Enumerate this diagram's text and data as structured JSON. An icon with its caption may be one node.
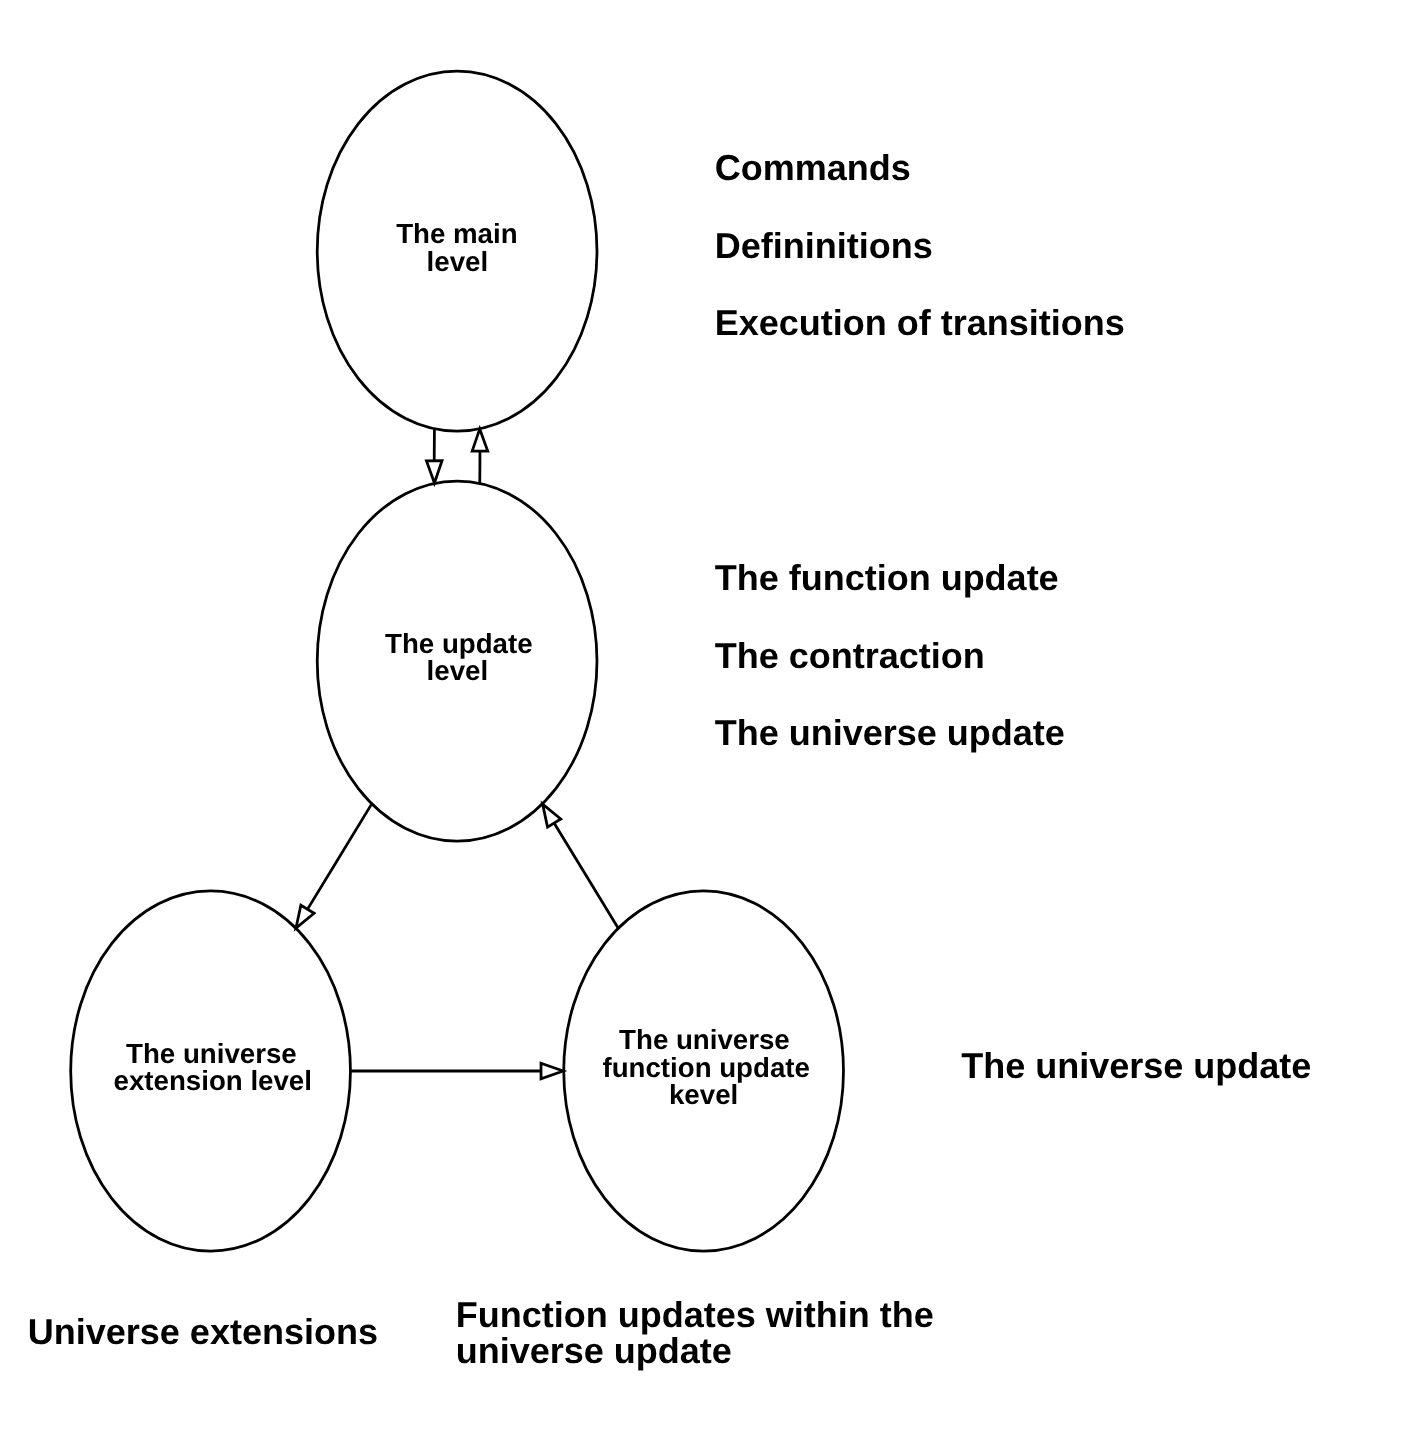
{
  "diagram": {
    "nodes": [
      {
        "text": [
          "The main level"
        ],
        "beside": [
          "Commands",
          "Defininitions",
          "Execution of transitions"
        ]
      },
      {
        "text": [
          "The update level"
        ],
        "beside": [
          "The function update",
          "The contraction",
          "The universe update"
        ]
      },
      {
        "text": [
          "The universe extension level"
        ],
        "beside": [
          "Universe extensions"
        ]
      },
      {
        "text": [
          "The universe function update kevel"
        ],
        "beside": [
          "The universe update",
          "Function updates within the universe update"
        ]
      }
    ],
    "edges": [
      {
        "from": 0,
        "to": 1,
        "arrow": "to"
      },
      {
        "from": 1,
        "to": 0,
        "arrow": "to"
      },
      {
        "from": 1,
        "to": 2,
        "arrow": "to"
      },
      {
        "from": 2,
        "to": 3,
        "arrow": "to"
      },
      {
        "from": 3,
        "to": 1,
        "arrow": "to"
      }
    ]
  }
}
